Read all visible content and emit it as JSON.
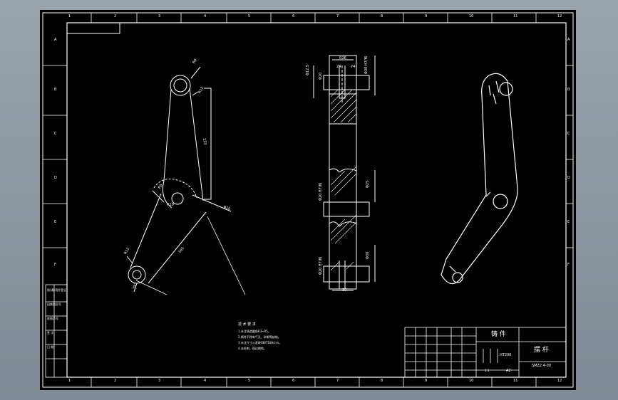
{
  "frame": {
    "columns": [
      "1",
      "2",
      "3",
      "4",
      "5",
      "6",
      "7",
      "8",
      "9",
      "10",
      "11",
      "12"
    ],
    "rows": [
      "A",
      "B",
      "C",
      "D",
      "E",
      "F"
    ]
  },
  "left_view": {
    "dims": [
      "R6",
      "R12",
      "150",
      "R5",
      "R10",
      "Φ10",
      "R12",
      "165",
      "35°"
    ]
  },
  "middle_view": {
    "dims": [
      "R26",
      "24",
      "74",
      "Φ12.5",
      "Φ30 H7/f6",
      "Φ20",
      "Φ25",
      "Φ20 H7/f6",
      "Φ30",
      "Φ20 H7/f6",
      "30"
    ]
  },
  "notes": {
    "title": "技 术 要 求",
    "lines": [
      "1.未注铸造圆角R3~R5。",
      "2.铸件不得有气孔、砂眼等缺陷。",
      "3.未注尺寸公差按GB/T1804-m。",
      "4.去毛刺，锐边倒钝。"
    ]
  },
  "title_block": {
    "part_name": "摆 杆",
    "material": "HT200",
    "scale": "1:1",
    "drawing_no": "SMZ2.4-00",
    "designation": "铸 件",
    "sheet": "A2"
  },
  "side_table": {
    "rows": [
      "借(通)用件登记",
      "旧底图总号",
      "底图总号",
      "签 字",
      "日 期"
    ]
  }
}
